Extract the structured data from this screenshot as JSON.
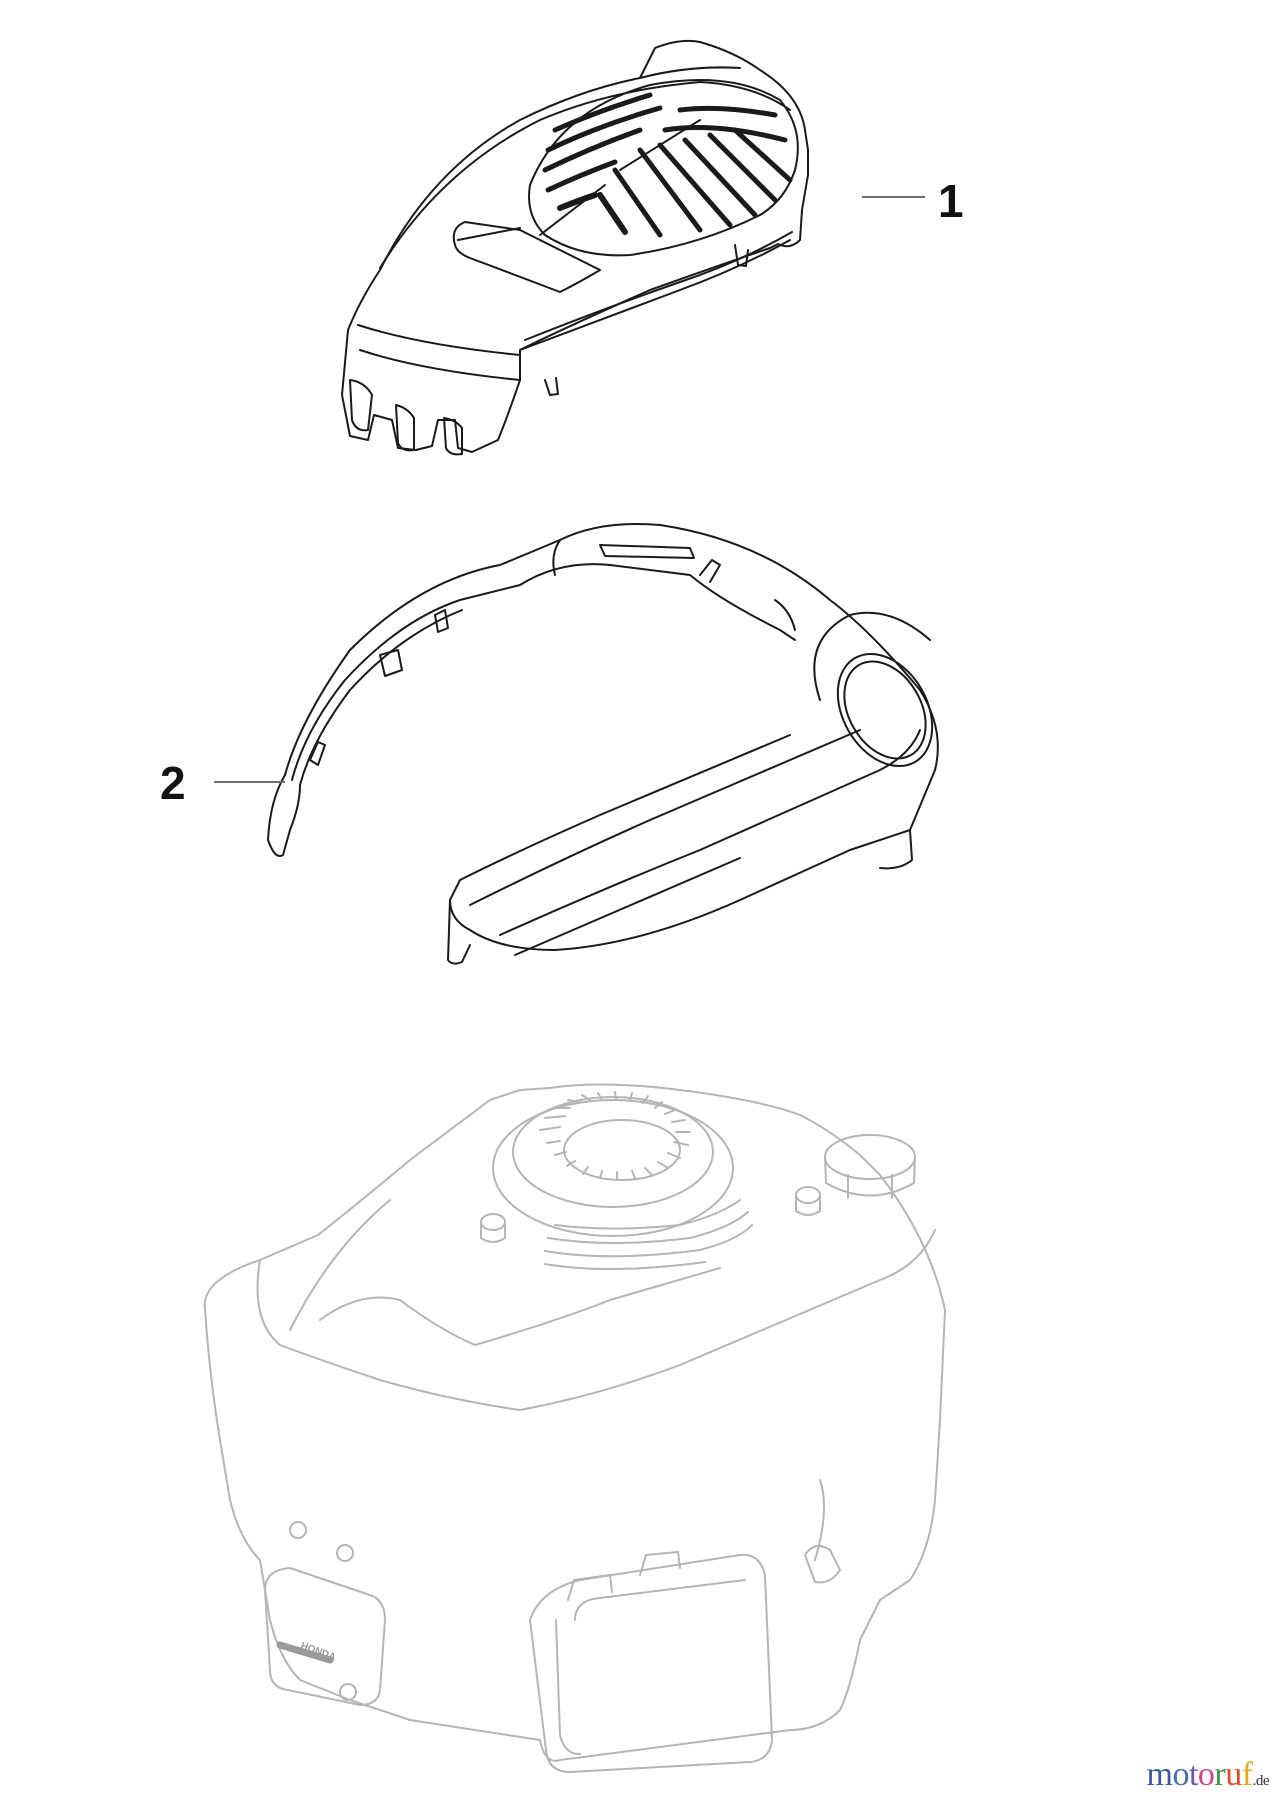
{
  "diagram": {
    "type": "exploded-parts-diagram",
    "background": "#ffffff",
    "parts": [
      {
        "number": "1",
        "name": "Fan cover (top shroud with grille)",
        "line_color": "#1a1a1a"
      },
      {
        "number": "2",
        "name": "Cover frame / shroud ring",
        "line_color": "#1a1a1a"
      },
      {
        "number": "",
        "name": "Engine (reference, ghosted)",
        "line_color": "#b5b5b5"
      }
    ],
    "callouts": [
      {
        "label": "1",
        "line_from": [
          795,
          197
        ],
        "line_to": [
          878,
          197
        ]
      },
      {
        "label": "2",
        "line_from": [
          214,
          782
        ],
        "line_to": [
          290,
          782
        ]
      }
    ],
    "engine_badge_text": "HONDA"
  },
  "watermark": {
    "letters": [
      {
        "ch": "m",
        "color": "#3f5a9c"
      },
      {
        "ch": "o",
        "color": "#4a6cb0"
      },
      {
        "ch": "t",
        "color": "#6a5aa8"
      },
      {
        "ch": "o",
        "color": "#d2448a"
      },
      {
        "ch": "r",
        "color": "#3a9a3e"
      },
      {
        "ch": "u",
        "color": "#e24a2e"
      },
      {
        "ch": "f",
        "color": "#e8a51e"
      }
    ],
    "tld": ".de"
  }
}
